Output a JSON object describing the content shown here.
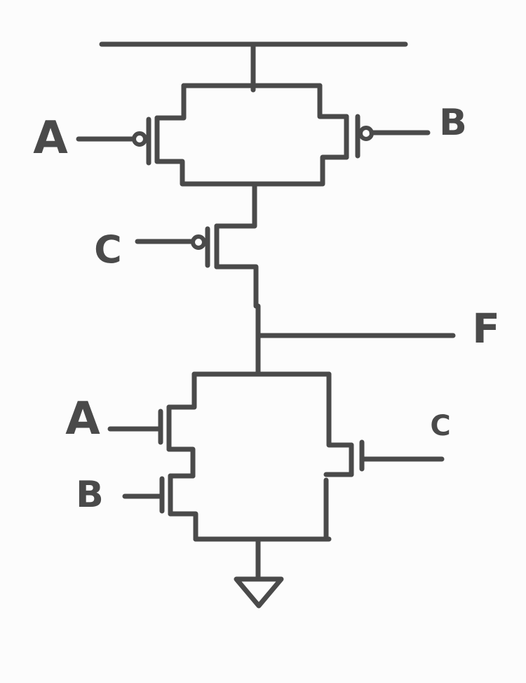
{
  "diagram": {
    "ink_color": "#4a4a4a",
    "background": "#fcfcfc",
    "labels": {
      "pmos_a_input": "A",
      "pmos_b_input": "B",
      "pmos_c_input": "C",
      "output": "F",
      "nmos_a_input": "A",
      "nmos_b_input": "B",
      "nmos_c_input": "C"
    }
  }
}
